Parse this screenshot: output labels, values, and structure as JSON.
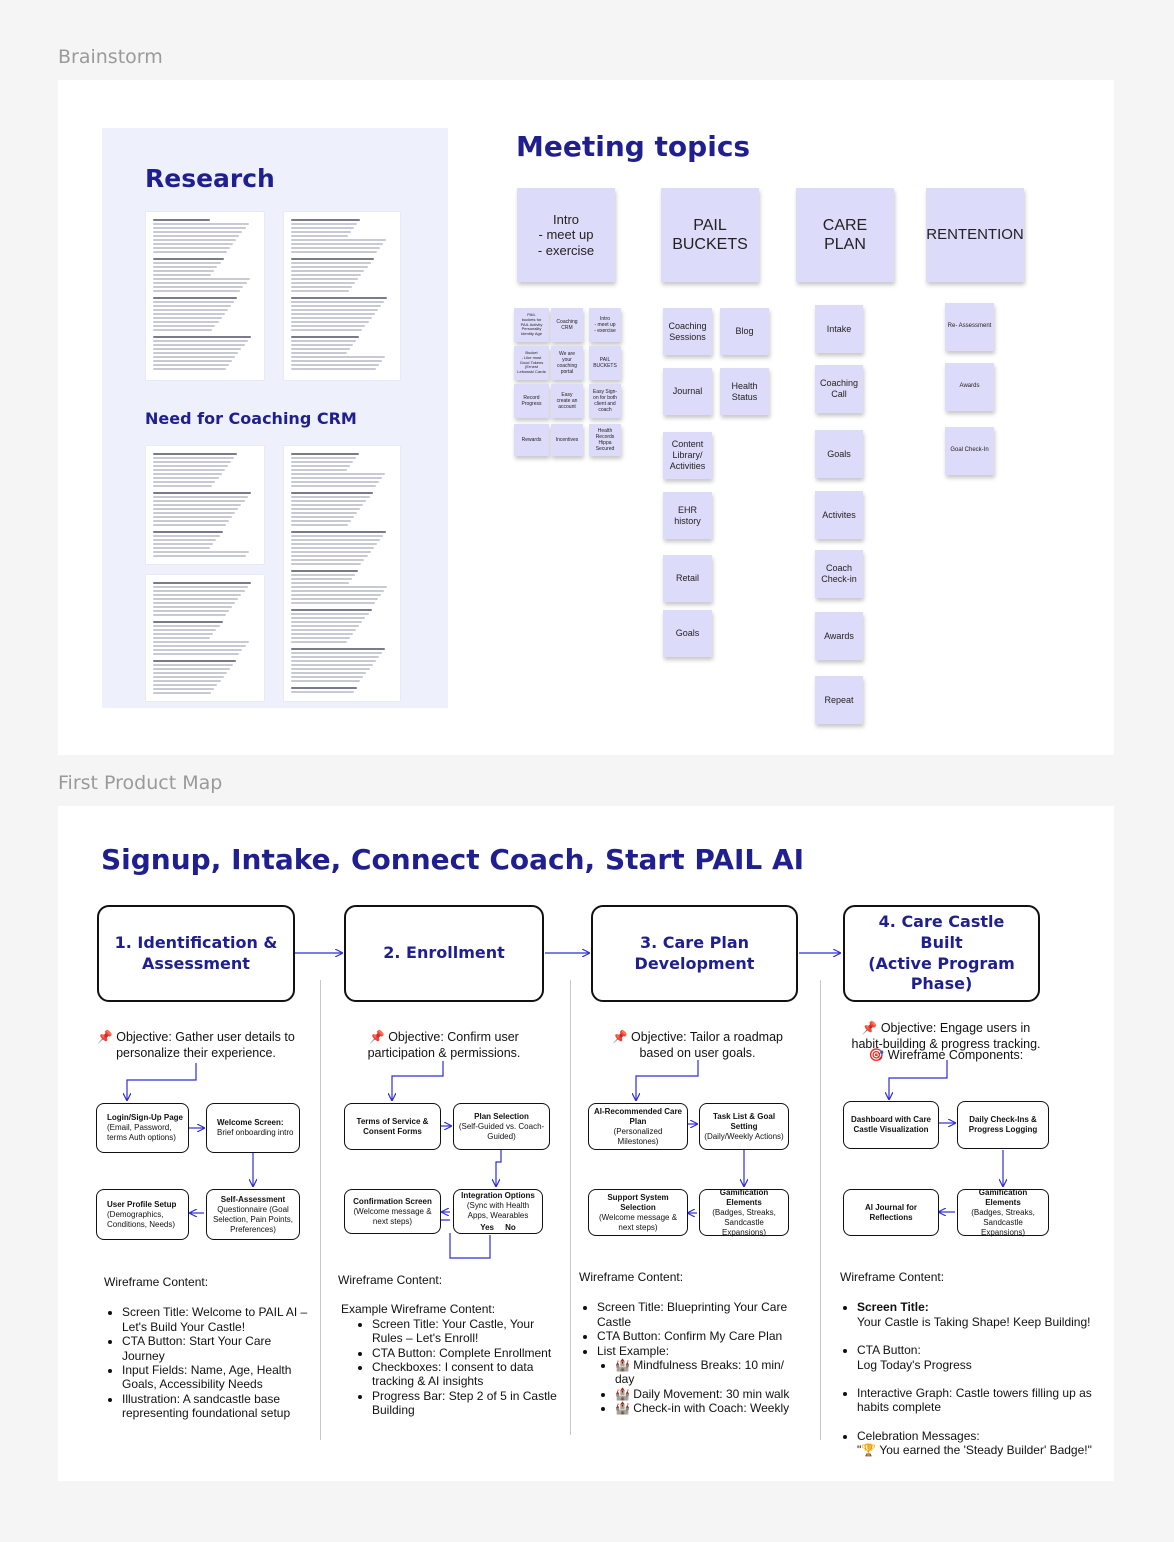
{
  "sections": {
    "brainstorm": "Brainstorm",
    "product_map": "First Product Map"
  },
  "research": {
    "title": "Research",
    "coaching_crm_title": "Need for Coaching CRM"
  },
  "meeting_topics": {
    "title": "Meeting topics",
    "headers": {
      "intro": "Intro\n- meet up\n- exercise",
      "pail": "PAIL\nBUCKETS",
      "care": "CARE\nPLAN",
      "retention": "RENTENTION"
    },
    "small_stickies": [
      "PAIL\nbuckets for\nPAIL Activity\nPersonality\nIdentity Age",
      "Coaching\nCRM",
      "Intro\n- meet up\n- exercise",
      "Bucket\n- Like most\nGood Tokens\n(Ernest\nLebowski Cards",
      "We are\nyour\ncoaching\nportal",
      "PAIL\nBUCKETS",
      "Record\nProgress",
      "Easy\ncreate an\naccount",
      "Easy Sign-\non for both\nclient and\ncoach",
      "Rewards",
      "Incentives",
      "Health\nRecords\nHippa\nSecured"
    ],
    "pail_column": [
      "Coaching\nSessions",
      "Journal",
      "Content\nLibrary/\nActivities",
      "EHR\nhistory",
      "Retail",
      "Goals"
    ],
    "pail_side": [
      "Blog",
      "Health\nStatus"
    ],
    "care_column": [
      "Intake",
      "Coaching\nCall",
      "Goals",
      "Activites",
      "Coach\nCheck-in",
      "Awards",
      "Repeat"
    ],
    "retention_column": [
      "Re- Assessment",
      "Awards",
      "Goal Check-In"
    ]
  },
  "product_map": {
    "title": "Signup, Intake, Connect Coach, Start PAIL AI",
    "phases": [
      {
        "title": "1. Identification &\nAssessment",
        "objective": "📌 Objective: Gather user details to personalize their experience.",
        "cards": [
          {
            "title": "Login/Sign-Up Page",
            "body": "(Email, Password, terms Auth options)"
          },
          {
            "title": "Welcome Screen:",
            "body": "Brief onboarding intro"
          },
          {
            "title": "User Profile Setup",
            "body": "(Demographics, Conditions, Needs)"
          },
          {
            "title": "Self-Assessment",
            "body": "Questionnaire (Goal Selection, Pain Points, Preferences)"
          }
        ],
        "wf_label": "Wireframe Content:",
        "wf_items": [
          "Screen Title: Welcome to PAIL AI – Let's Build Your Castle!",
          "CTA Button: Start Your Care Journey",
          "Input Fields: Name, Age, Health Goals, Accessibility Needs",
          "Illustration: A sandcastle base representing foundational setup"
        ]
      },
      {
        "title": "2. Enrollment",
        "objective": "📌 Objective: Confirm user participation & permissions.",
        "cards": [
          {
            "title": "Terms of Service & Consent Forms",
            "body": ""
          },
          {
            "title": "Plan Selection",
            "body": "(Self-Guided vs. Coach-Guided)"
          },
          {
            "title": "Confirmation Screen",
            "body": "(Welcome message & next steps)"
          },
          {
            "title": "Integration Options",
            "body": "(Sync with Health Apps, Wearables"
          }
        ],
        "yes": "Yes",
        "no": "No",
        "wf_label": "Wireframe Content:",
        "wf_example": "Example Wireframe Content:",
        "wf_items": [
          "Screen Title: Your Castle, Your Rules – Let's Enroll!",
          "CTA Button: Complete Enrollment",
          "Checkboxes: I consent to data tracking & AI insights",
          "Progress Bar: Step 2 of 5 in Castle Building"
        ]
      },
      {
        "title": "3. Care Plan\nDevelopment",
        "objective": "📌 Objective: Tailor a roadmap based on user goals.",
        "cards": [
          {
            "title": "AI-Recommended Care Plan",
            "body": "(Personalized Milestones)"
          },
          {
            "title": "Task List & Goal Setting",
            "body": "(Daily/Weekly Actions)"
          },
          {
            "title": "Support System Selection",
            "body": "(Welcome message & next steps)"
          },
          {
            "title": "Gamification Elements",
            "body": "(Badges, Streaks, Sandcastle Expansions)"
          }
        ],
        "wf_label": "Wireframe Content:",
        "wf_items": [
          "Screen Title: Blueprinting Your Care Castle",
          "CTA Button: Confirm My Care Plan",
          "List Example:"
        ],
        "wf_subitems": [
          "🏰 Mindfulness Breaks: 10 min/ day",
          "🏰 Daily Movement: 30 min walk",
          "🏰 Check-in with Coach: Weekly"
        ]
      },
      {
        "title": "4. Care Castle Built\n(Active Program\nPhase)",
        "objective": "📌 Objective: Engage users in habit-building & progress tracking.",
        "objective2": "🎯 Wireframe Components:",
        "cards": [
          {
            "title": "Dashboard with Care Castle Visualization",
            "body": ""
          },
          {
            "title": "Daily Check-Ins & Progress Logging",
            "body": ""
          },
          {
            "title": "AI Journal for Reflections",
            "body": ""
          },
          {
            "title": "Gamification Elements",
            "body": "(Badges, Streaks, Sandcastle Expansions)"
          }
        ],
        "wf_label": "Wireframe Content:",
        "wf_items": [
          {
            "head": "Screen Title:",
            "text": "Your Castle is Taking Shape! Keep Building!"
          },
          {
            "head": "CTA Button:",
            "text": "Log Today's Progress"
          },
          {
            "head": "",
            "text": "Interactive Graph: Castle towers filling up as habits complete"
          },
          {
            "head": "Celebration Messages:",
            "text": "\"🏆 You earned the 'Steady Builder' Badge!\""
          }
        ]
      }
    ]
  }
}
